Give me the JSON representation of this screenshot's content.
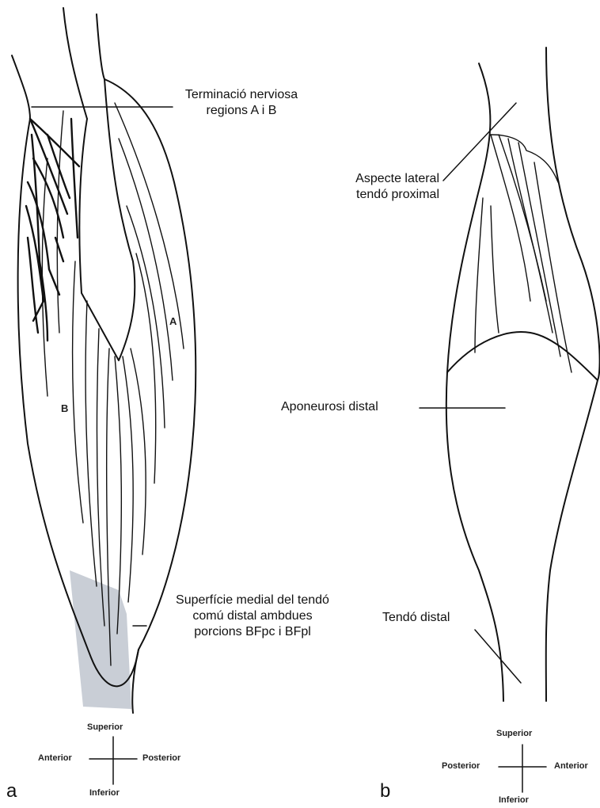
{
  "panel_a": {
    "letter": "a",
    "region_a": "A",
    "region_b": "B",
    "nerve_label": [
      "Terminació nerviosa",
      "regions A i B"
    ],
    "medial_label": [
      "Superfície medial del tendó",
      "comú distal ambdues",
      "porcions BFpc i BFpl"
    ],
    "axes": {
      "top": "Superior",
      "bottom": "Inferior",
      "left": "Anterior",
      "right": "Posterior"
    }
  },
  "panel_b": {
    "letter": "b",
    "proximal_label": [
      "Aspecte lateral",
      "tendó proximal"
    ],
    "aponeurosis_label": "Aponeurosi distal",
    "distal_tendon_label": "Tendó distal",
    "axes": {
      "top": "Superior",
      "bottom": "Inferior",
      "left": "Posterior",
      "right": "Anterior"
    }
  },
  "colors": {
    "shaded_surface": "#c9ced6",
    "stroke": "#111111"
  }
}
